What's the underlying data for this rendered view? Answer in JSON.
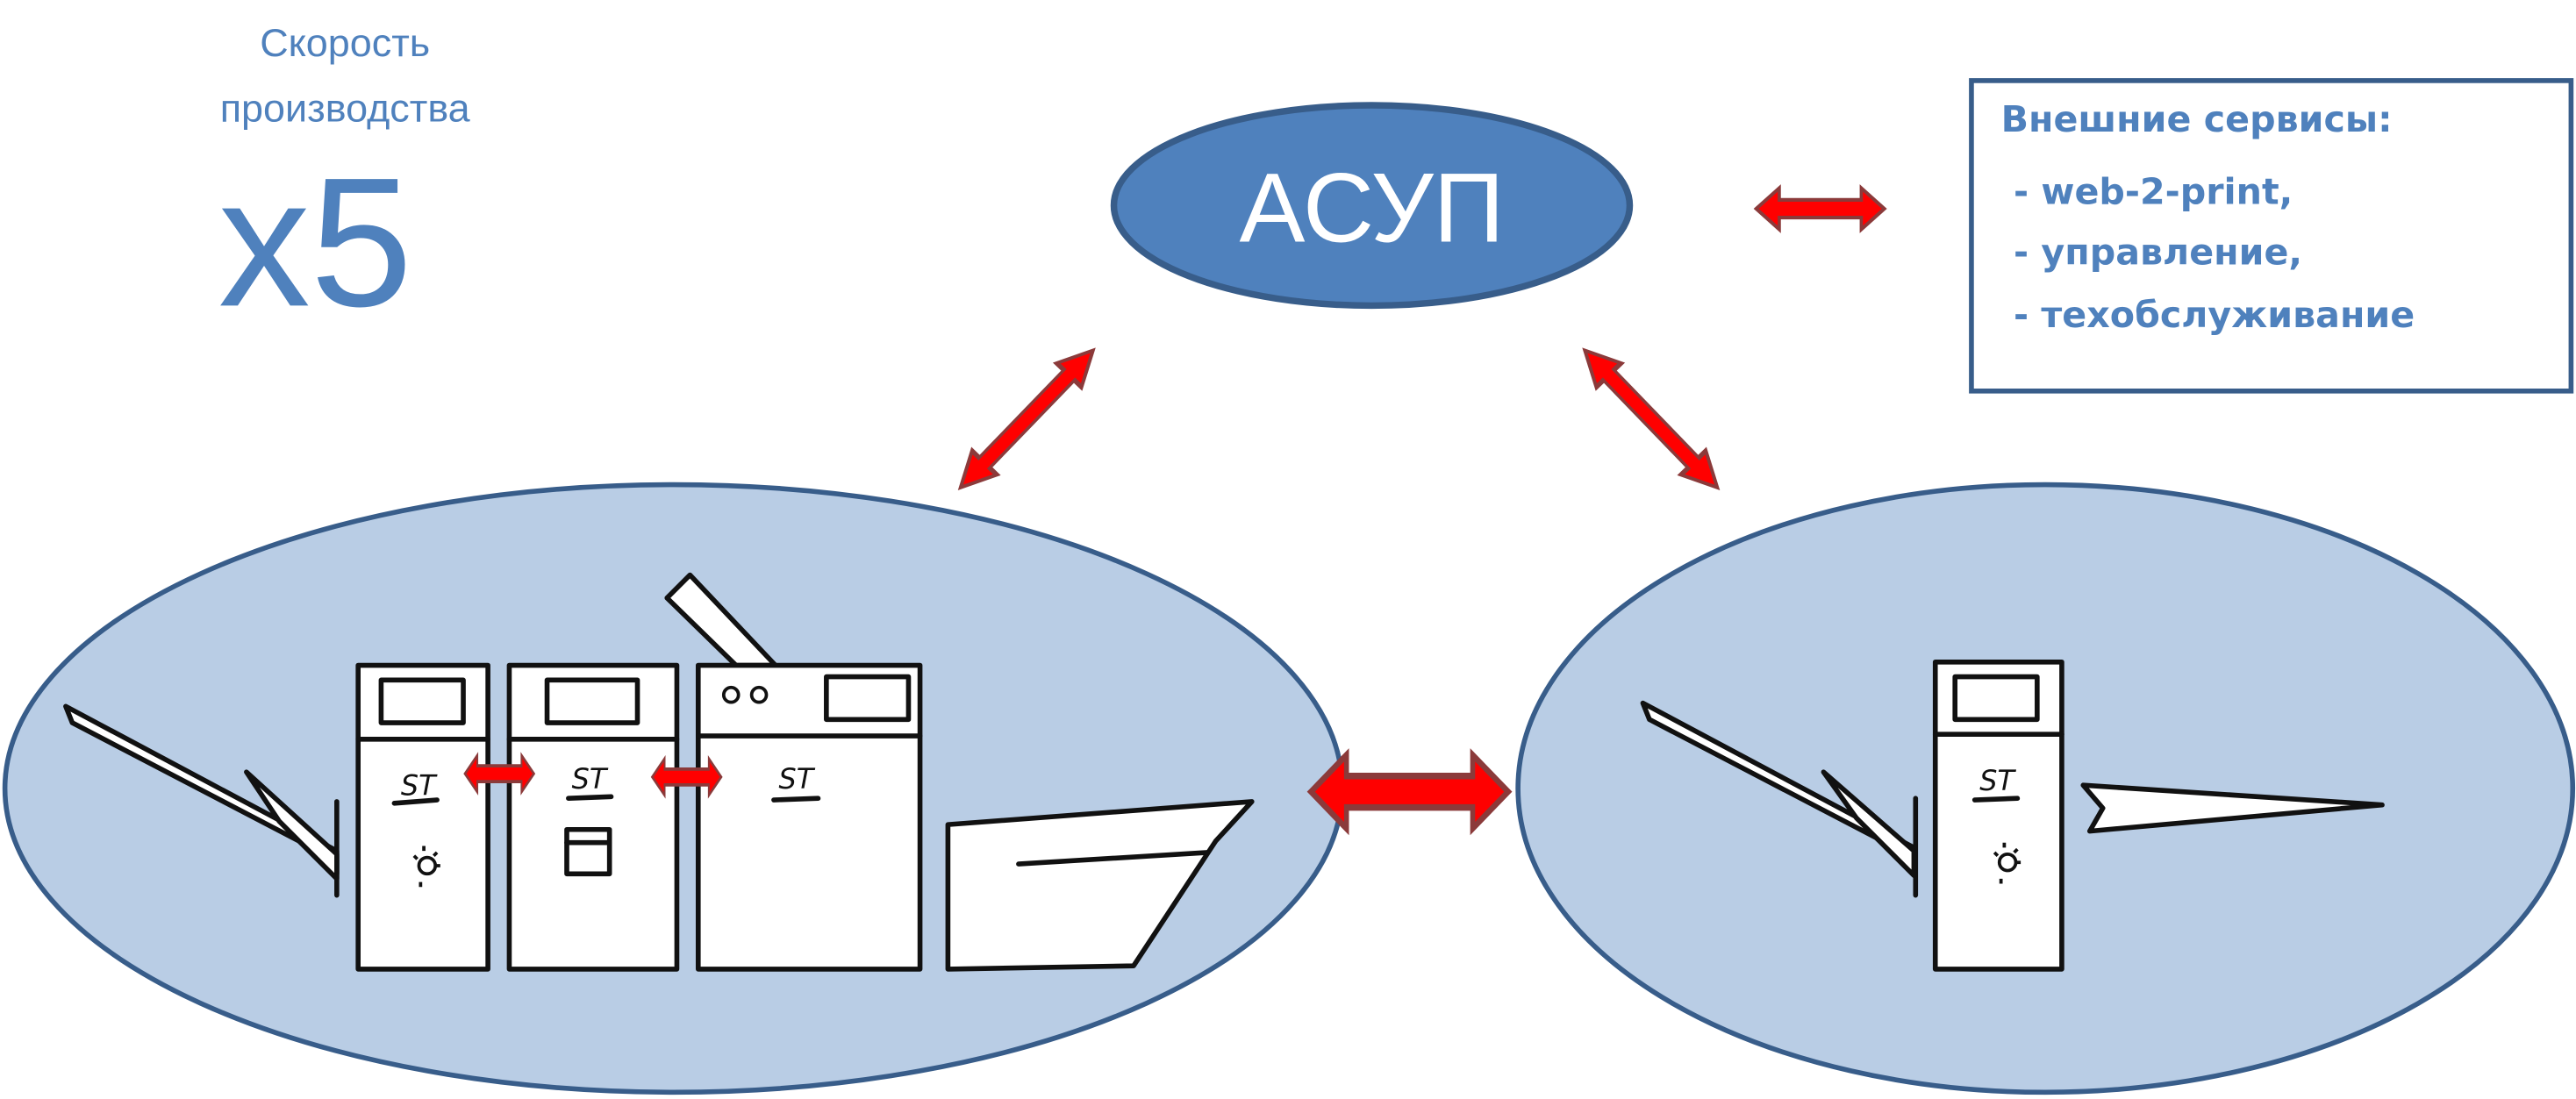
{
  "speed": {
    "caption_line1": "Скорость",
    "caption_line2": "производства",
    "multiplier": "x5"
  },
  "center_node": {
    "label": "АСУП"
  },
  "external_services": {
    "title": "Внешние сервисы:",
    "items": [
      " - web-2-print,",
      " - управление,",
      " - техобслуживание"
    ]
  },
  "machines": {
    "brand_label": "ST"
  },
  "colors": {
    "accent": "#4f81bd",
    "border": "#385d8a",
    "cluster_fill": "#b9cde5",
    "arrow": "#ff0000",
    "arrow_outline": "#8b3a3a"
  }
}
